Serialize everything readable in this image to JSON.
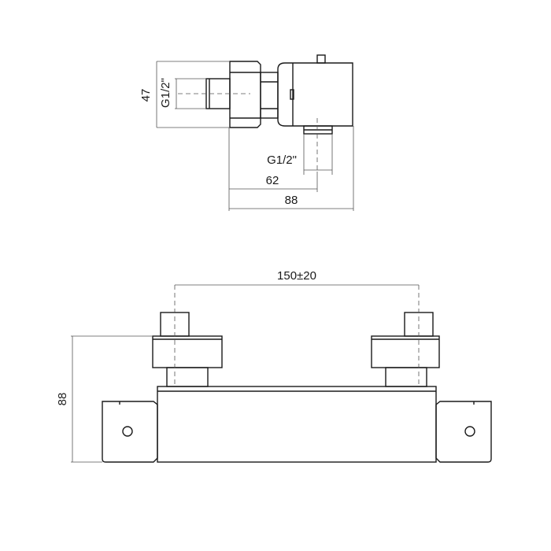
{
  "drawing": {
    "side_view": {
      "height_dim": "47",
      "thread_left": "G1/2\"",
      "thread_bottom": "G1/2\"",
      "depth_outlet": "62",
      "depth_total": "88"
    },
    "front_view": {
      "center_distance": "150±20",
      "height_dim": "88"
    }
  }
}
